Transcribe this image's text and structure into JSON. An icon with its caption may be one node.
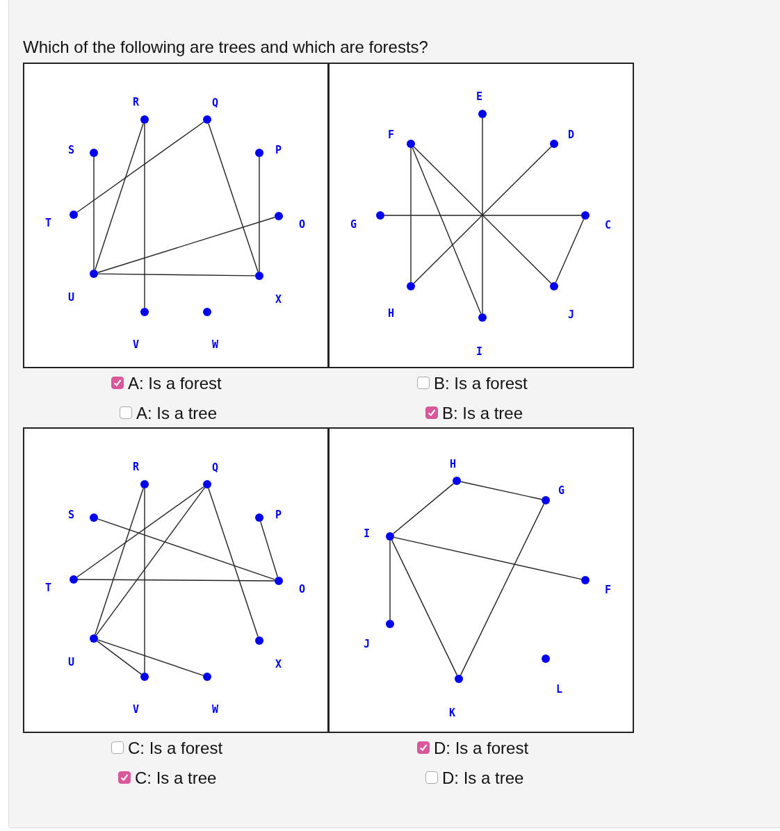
{
  "diagram": {
    "title": "Which of the following are trees and which are forests?",
    "nodes": [
      {
        "text": [],
        "shape": "box"
      },
      {
        "text": [],
        "shape": "circle",
        "beside": [
          "R"
        ],
        "in": 0
      },
      {
        "text": [],
        "shape": "circle",
        "beside": [
          "Q"
        ],
        "in": 0
      },
      {
        "text": [],
        "shape": "circle",
        "beside": [
          "S"
        ],
        "in": 0
      },
      {
        "text": [],
        "shape": "circle",
        "beside": [
          "P"
        ],
        "in": 0
      },
      {
        "text": [],
        "shape": "circle",
        "beside": [
          "T"
        ],
        "in": 0
      },
      {
        "text": [],
        "shape": "circle",
        "beside": [
          "O"
        ],
        "in": 0
      },
      {
        "text": [],
        "shape": "circle",
        "beside": [
          "U"
        ],
        "in": 0
      },
      {
        "text": [],
        "shape": "circle",
        "beside": [
          "X"
        ],
        "in": 0
      },
      {
        "text": [],
        "shape": "circle",
        "beside": [
          "V"
        ],
        "in": 0
      },
      {
        "text": [],
        "shape": "circle",
        "beside": [
          "W"
        ],
        "in": 0
      },
      {
        "text": [],
        "shape": "box"
      },
      {
        "text": [],
        "shape": "circle",
        "beside": [
          "E"
        ],
        "in": 11
      },
      {
        "text": [],
        "shape": "circle",
        "beside": [
          "F"
        ],
        "in": 11
      },
      {
        "text": [],
        "shape": "circle",
        "beside": [
          "D"
        ],
        "in": 11
      },
      {
        "text": [],
        "shape": "circle",
        "beside": [
          "G"
        ],
        "in": 11
      },
      {
        "text": [],
        "shape": "circle",
        "beside": [
          "C"
        ],
        "in": 11
      },
      {
        "text": [],
        "shape": "circle",
        "beside": [
          "H"
        ],
        "in": 11
      },
      {
        "text": [],
        "shape": "circle",
        "beside": [
          "J"
        ],
        "in": 11
      },
      {
        "text": [],
        "shape": "circle",
        "beside": [
          "I"
        ],
        "in": 11
      },
      {
        "text": [],
        "shape": "box"
      },
      {
        "text": [],
        "shape": "circle",
        "beside": [
          "R"
        ],
        "in": 20
      },
      {
        "text": [],
        "shape": "circle",
        "beside": [
          "Q"
        ],
        "in": 20
      },
      {
        "text": [],
        "shape": "circle",
        "beside": [
          "S"
        ],
        "in": 20
      },
      {
        "text": [],
        "shape": "circle",
        "beside": [
          "P"
        ],
        "in": 20
      },
      {
        "text": [],
        "shape": "circle",
        "beside": [
          "T"
        ],
        "in": 20
      },
      {
        "text": [],
        "shape": "circle",
        "beside": [
          "O"
        ],
        "in": 20
      },
      {
        "text": [],
        "shape": "circle",
        "beside": [
          "U"
        ],
        "in": 20
      },
      {
        "text": [],
        "shape": "circle",
        "beside": [
          "X"
        ],
        "in": 20
      },
      {
        "text": [],
        "shape": "circle",
        "beside": [
          "V"
        ],
        "in": 20
      },
      {
        "text": [],
        "shape": "circle",
        "beside": [
          "W"
        ],
        "in": 20
      },
      {
        "text": [],
        "shape": "box"
      },
      {
        "text": [],
        "shape": "circle",
        "beside": [
          "H"
        ],
        "in": 31
      },
      {
        "text": [],
        "shape": "circle",
        "beside": [
          "G"
        ],
        "in": 31
      },
      {
        "text": [],
        "shape": "circle",
        "beside": [
          "I"
        ],
        "in": 31
      },
      {
        "text": [],
        "shape": "circle",
        "beside": [
          "F"
        ],
        "in": 31
      },
      {
        "text": [],
        "shape": "circle",
        "beside": [
          "J"
        ],
        "in": 31
      },
      {
        "text": [],
        "shape": "circle",
        "beside": [
          "L"
        ],
        "in": 31
      },
      {
        "text": [],
        "shape": "circle",
        "beside": [
          "K"
        ],
        "in": 31
      }
    ],
    "edges": [
      {
        "from": 3,
        "to": 7,
        "arrow": "none"
      },
      {
        "from": 1,
        "to": 9,
        "arrow": "none"
      },
      {
        "from": 1,
        "to": 7,
        "arrow": "none"
      },
      {
        "from": 2,
        "to": 5,
        "arrow": "none"
      },
      {
        "from": 2,
        "to": 8,
        "arrow": "none"
      },
      {
        "from": 4,
        "to": 8,
        "arrow": "none"
      },
      {
        "from": 7,
        "to": 6,
        "arrow": "none"
      },
      {
        "from": 7,
        "to": 8,
        "arrow": "none"
      },
      {
        "from": 12,
        "to": 19,
        "arrow": "none"
      },
      {
        "from": 13,
        "to": 17,
        "arrow": "none"
      },
      {
        "from": 13,
        "to": 19,
        "arrow": "none"
      },
      {
        "from": 13,
        "to": 18,
        "arrow": "none"
      },
      {
        "from": 14,
        "to": 17,
        "arrow": "none"
      },
      {
        "from": 15,
        "to": 16,
        "arrow": "none"
      },
      {
        "from": 16,
        "to": 18,
        "arrow": "none"
      },
      {
        "from": 22,
        "to": 25,
        "arrow": "none"
      },
      {
        "from": 22,
        "to": 27,
        "arrow": "none"
      },
      {
        "from": 22,
        "to": 28,
        "arrow": "none"
      },
      {
        "from": 23,
        "to": 26,
        "arrow": "none"
      },
      {
        "from": 24,
        "to": 26,
        "arrow": "none"
      },
      {
        "from": 25,
        "to": 26,
        "arrow": "none"
      },
      {
        "from": 21,
        "to": 27,
        "arrow": "none"
      },
      {
        "from": 21,
        "to": 29,
        "arrow": "none"
      },
      {
        "from": 27,
        "to": 29,
        "arrow": "none"
      },
      {
        "from": 27,
        "to": 30,
        "arrow": "none"
      },
      {
        "from": 32,
        "to": 33,
        "arrow": "none"
      },
      {
        "from": 32,
        "to": 34,
        "arrow": "none"
      },
      {
        "from": 34,
        "to": 35,
        "arrow": "none"
      },
      {
        "from": 34,
        "to": 36,
        "arrow": "none"
      },
      {
        "from": 34,
        "to": 38,
        "arrow": "none"
      },
      {
        "from": 33,
        "to": 38,
        "arrow": "none"
      }
    ],
    "labels": [
      "A: Is a forest",
      "A: Is a tree",
      "B: Is a forest",
      "B: Is a tree",
      "C: Is a forest",
      "C: Is a tree",
      "D: Is a forest",
      "D: Is a tree"
    ]
  }
}
